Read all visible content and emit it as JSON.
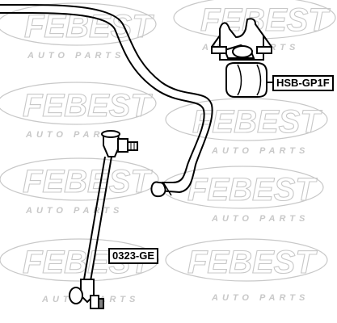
{
  "watermark": {
    "brand": "FEBEST",
    "subtitle": "AUTO PARTS"
  },
  "callouts": {
    "bushing": "HSB-GP1F",
    "link": "0323-GE"
  },
  "colors": {
    "watermark": "#c8c8c8",
    "line": "#000000"
  }
}
